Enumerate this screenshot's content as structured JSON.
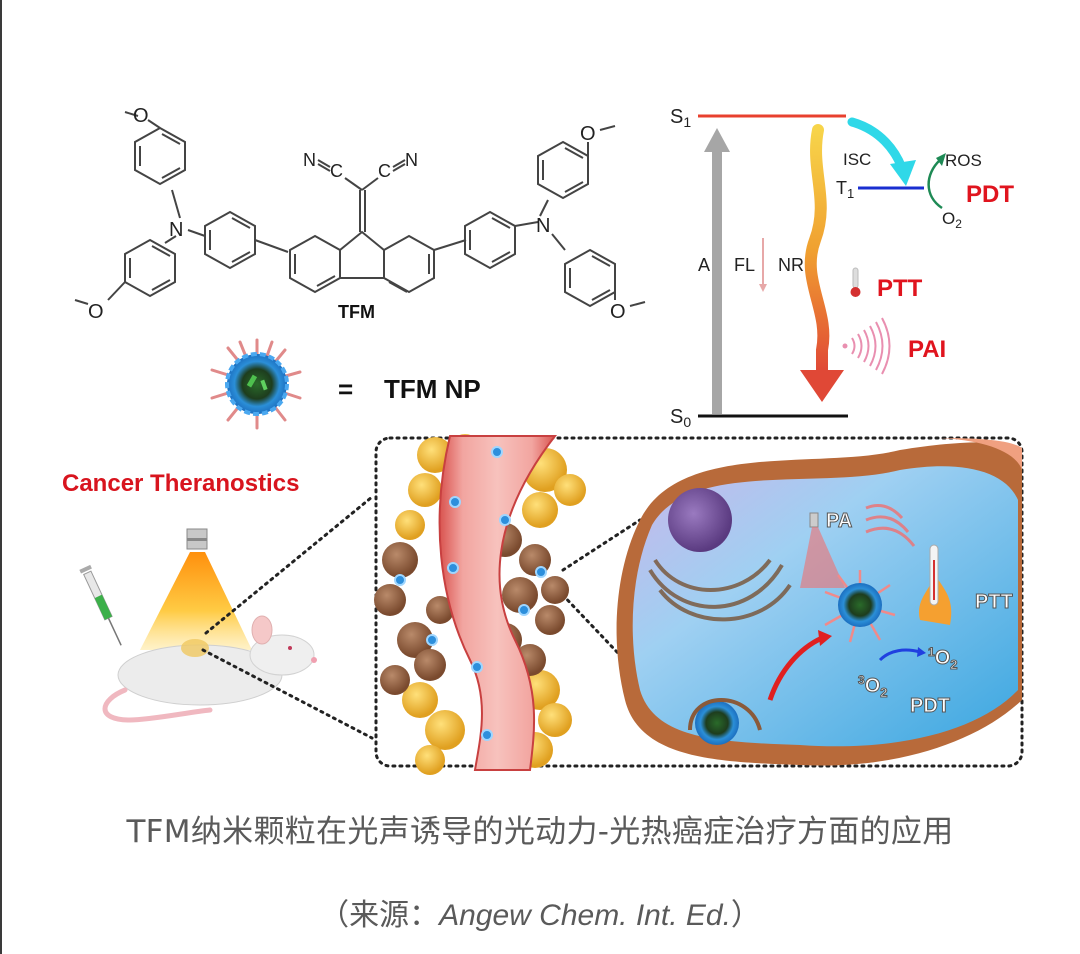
{
  "figure": {
    "molecule": {
      "name": "TFM",
      "atoms": {
        "methoxy_o": "O",
        "amine_n": "N",
        "nitrile_c": "C",
        "nitrile_n": "N"
      }
    },
    "nanoparticle_legend": {
      "equals": "=",
      "label": "TFM NP"
    },
    "energy_diagram": {
      "levels": {
        "s1": "S",
        "s1_sub": "1",
        "t1": "T",
        "t1_sub": "1",
        "s0": "S",
        "s0_sub": "0"
      },
      "transitions": {
        "absorption": "A",
        "fluorescence": "FL",
        "nonradiative": "NR",
        "isc": "ISC"
      },
      "ros": "ROS",
      "oxygen": "O",
      "oxygen_sub": "2",
      "outcomes": {
        "pdt": "PDT",
        "ptt": "PTT",
        "pai": "PAI"
      },
      "colors": {
        "s1_line": "#e8402e",
        "t1_line": "#1a2fd0",
        "s0_line": "#111111",
        "isc_arrow": "#2fd8e8",
        "ros_arrow": "#1e8a55",
        "outcome_text": "#e0141e",
        "absorption_arrow": "#a6a6a6"
      }
    },
    "theranostics_label": "Cancer Theranostics",
    "cell_panel": {
      "pa": "PA",
      "ptt": "PTT",
      "pdt": "PDT",
      "singlet_oxygen": {
        "sup": "1",
        "o": "O",
        "sub": "2"
      },
      "triplet_oxygen": {
        "sup": "3",
        "o": "O",
        "sub": "2"
      }
    }
  },
  "caption": {
    "main": "TFM纳米颗粒在光声诱导的光动力-光热癌症治疗方面的应用",
    "source_prefix": "（来源：",
    "source_journal": "Angew Chem. Int. Ed.",
    "source_suffix": "）"
  }
}
